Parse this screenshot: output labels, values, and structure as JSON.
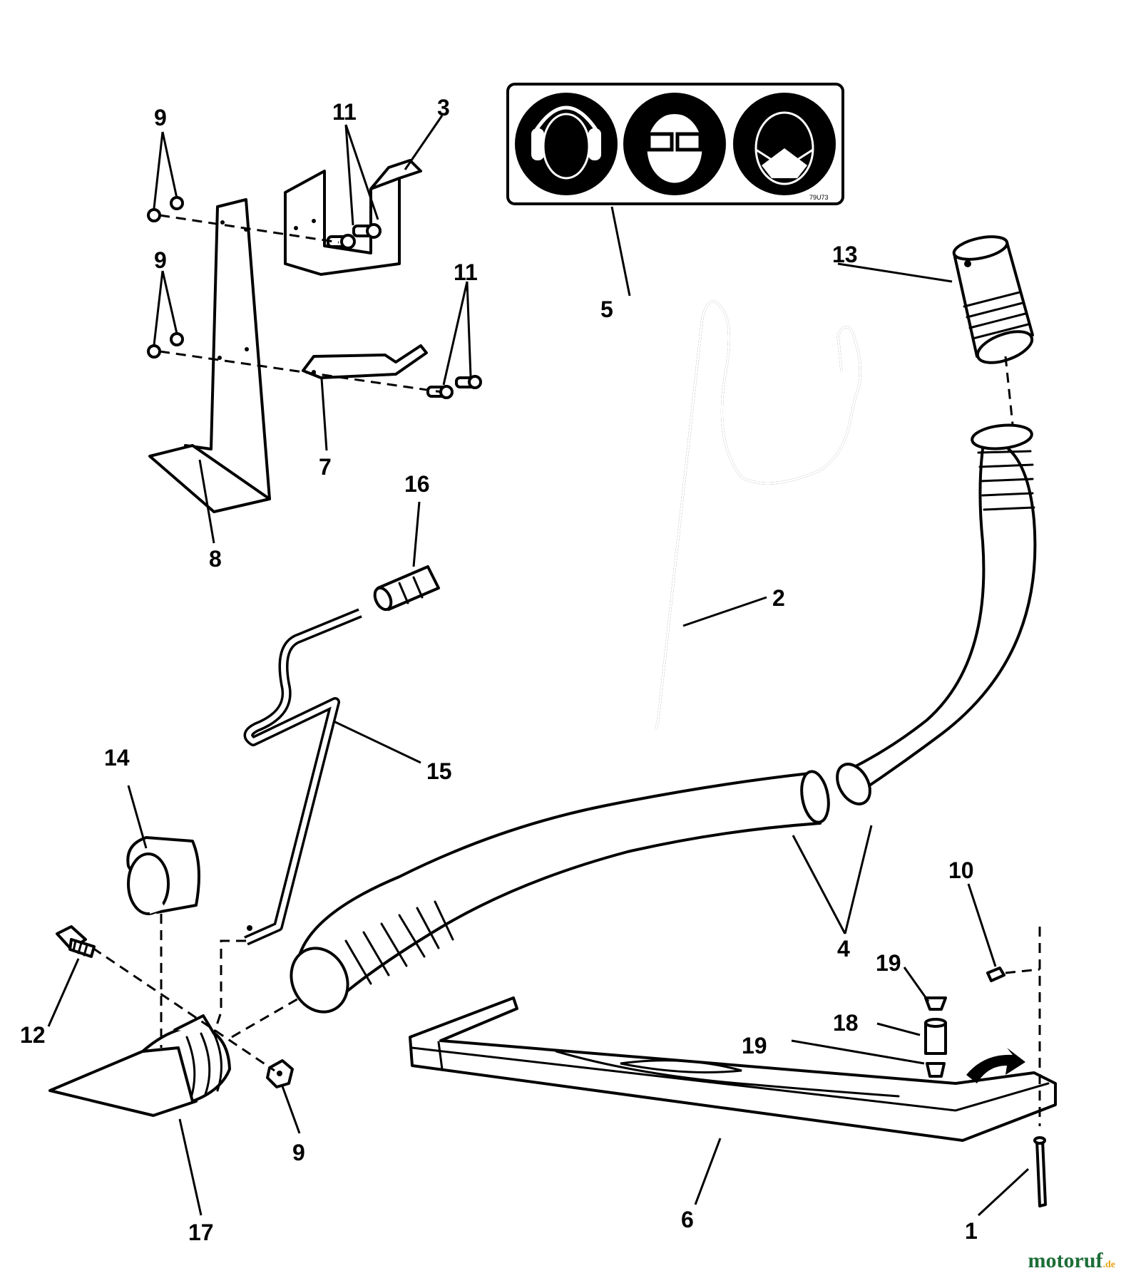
{
  "diagram": {
    "callouts": {
      "c1": "1",
      "c2": "2",
      "c3": "3",
      "c4": "4",
      "c5": "5",
      "c6": "6",
      "c7": "7",
      "c8": "8",
      "c9a": "9",
      "c9b": "9",
      "c9c": "9",
      "c10": "10",
      "c11a": "11",
      "c11b": "11",
      "c12": "12",
      "c13": "13",
      "c14": "14",
      "c15": "15",
      "c16": "16",
      "c17": "17",
      "c18": "18",
      "c19a": "19",
      "c19b": "19"
    },
    "decal_code": "79U73",
    "decal_icons": [
      "ear-protection-icon",
      "eye-protection-icon",
      "dust-mask-icon"
    ]
  },
  "watermark": {
    "name": "motoruf",
    "domain": ".de",
    "color_main": "#1d6e38",
    "color_accent": "#e8a317"
  }
}
